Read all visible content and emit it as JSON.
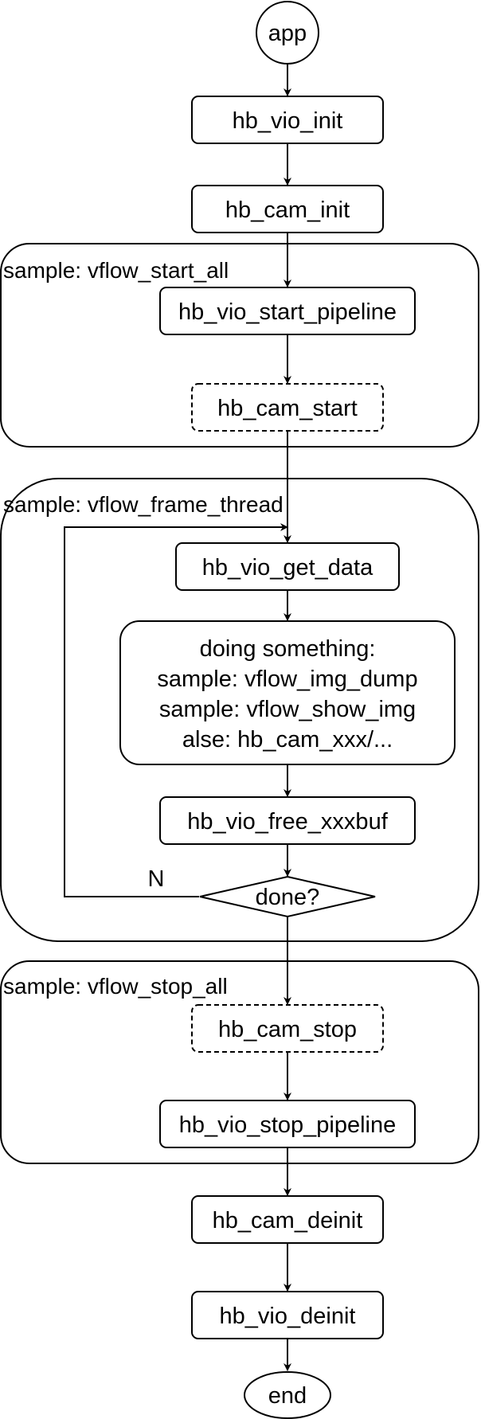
{
  "groups": {
    "start_all": "sample: vflow_start_all",
    "frame_thread": "sample:  vflow_frame_thread",
    "stop_all": "sample: vflow_stop_all"
  },
  "nodes": {
    "app": "app",
    "vio_init": "hb_vio_init",
    "cam_init": "hb_cam_init",
    "vio_start_pipeline": "hb_vio_start_pipeline",
    "cam_start": "hb_cam_start",
    "vio_get_data": "hb_vio_get_data",
    "doing_something": [
      "doing something:",
      "sample: vflow_img_dump",
      "sample: vflow_show_img",
      "alse: hb_cam_xxx/..."
    ],
    "vio_free_xxxbuf": "hb_vio_free_xxxbuf",
    "done": "done?",
    "loop_label": "N",
    "cam_stop": "hb_cam_stop",
    "vio_stop_pipeline": "hb_vio_stop_pipeline",
    "cam_deinit": "hb_cam_deinit",
    "vio_deinit": "hb_vio_deinit",
    "end": "end"
  }
}
